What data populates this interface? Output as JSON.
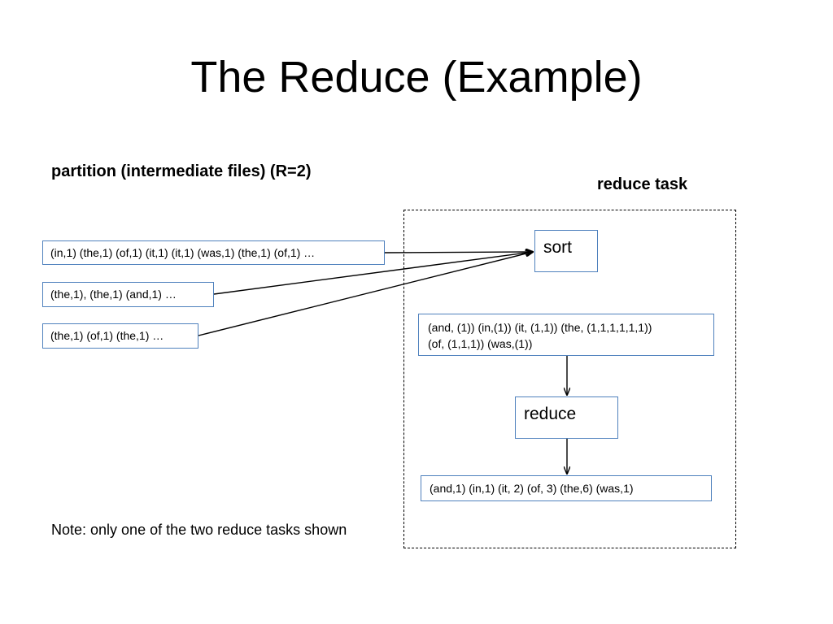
{
  "slide": {
    "title": "The Reduce (Example)",
    "partition_heading": "partition (intermediate files) (R=2)",
    "reduce_task_heading": "reduce task",
    "note": "Note: only one of the two reduce tasks shown"
  },
  "partitions": [
    "(in,1) (the,1) (of,1) (it,1) (it,1) (was,1) (the,1) (of,1) …",
    "(the,1), (the,1) (and,1) …",
    "(the,1) (of,1) (the,1) …"
  ],
  "reduce_task": {
    "sort_label": "sort",
    "grouped_line_1": "(and, (1)) (in,(1)) (it, (1,1)) (the, (1,1,1,1,1,1))",
    "grouped_line_2": "(of, (1,1,1)) (was,(1))",
    "reduce_label": "reduce",
    "output": "(and,1) (in,1) (it, 2) (of, 3) (the,6) (was,1)"
  },
  "colors": {
    "box_border": "#4f81bd",
    "arrow": "#000000"
  }
}
